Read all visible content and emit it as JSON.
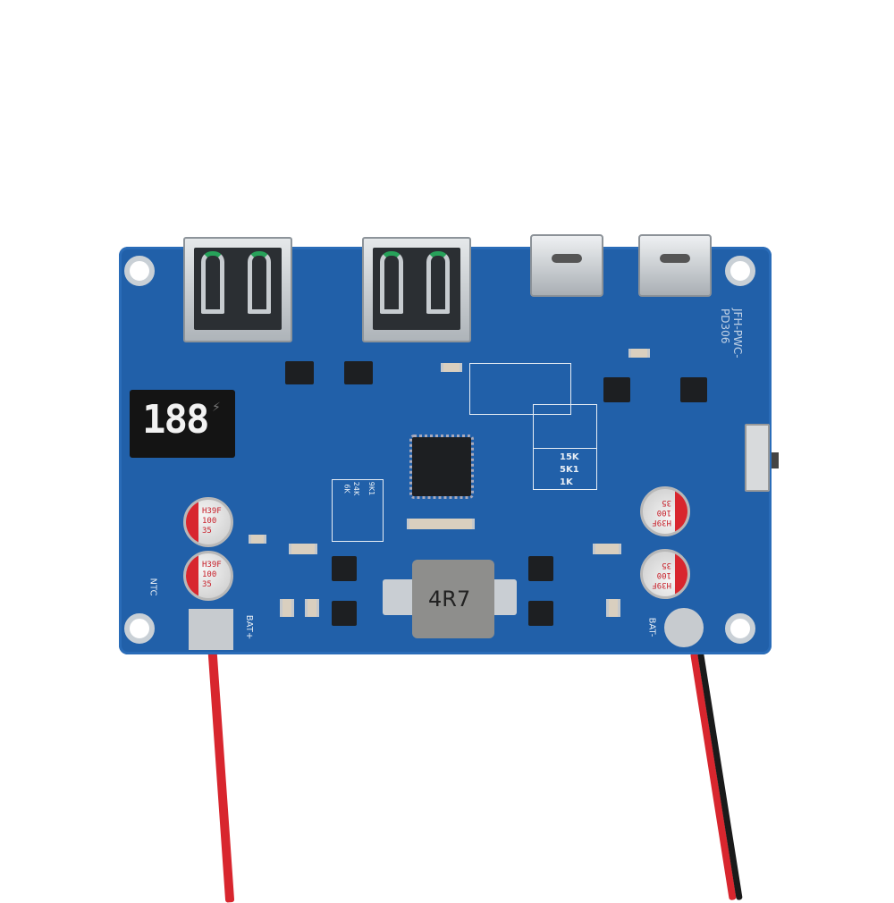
{
  "board": {
    "model_silkscreen": "JFH-PWC-PD306",
    "display_digits": "188",
    "inductor_label": "4R7",
    "capacitor_label": [
      "H39F",
      "100",
      "35"
    ],
    "resistor_labels_right": [
      "15K",
      "5K1",
      "1K"
    ],
    "resistor_labels_center": [
      "6K",
      "24K",
      "9K1"
    ],
    "bat_plus_label": "BAT+",
    "bat_minus_label": "BAT-",
    "ntc_label": "NTC",
    "colors": {
      "pcb": "#2160a9",
      "wire_positive": "#d8262e",
      "wire_negative": "#1a1a1a",
      "display_digit": "#f2f2f2"
    }
  }
}
